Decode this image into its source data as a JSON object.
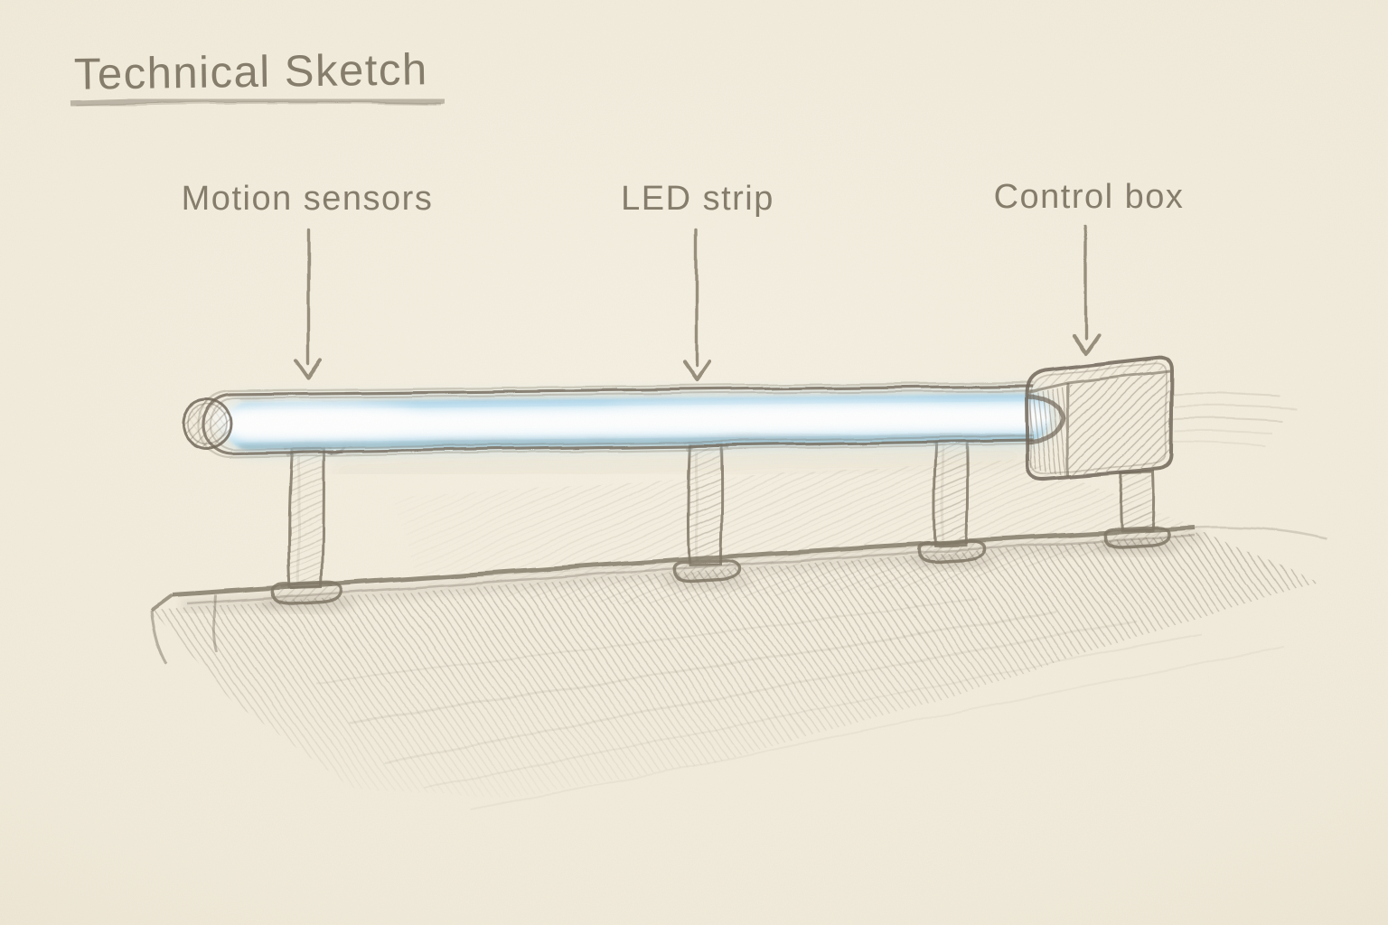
{
  "page": {
    "title": "Technical Sketch"
  },
  "labels": {
    "motion_sensors": "Motion sensors",
    "led_strip": "LED strip",
    "control_box": "Control box"
  },
  "colors": {
    "paper": "#f2ecdc",
    "paper_edge": "#e7deca",
    "pencil": "#8a8070",
    "pencil_dark": "#6e6455",
    "led_glow_blue": "#b7dcee",
    "led_glow_core": "#ffffff"
  }
}
